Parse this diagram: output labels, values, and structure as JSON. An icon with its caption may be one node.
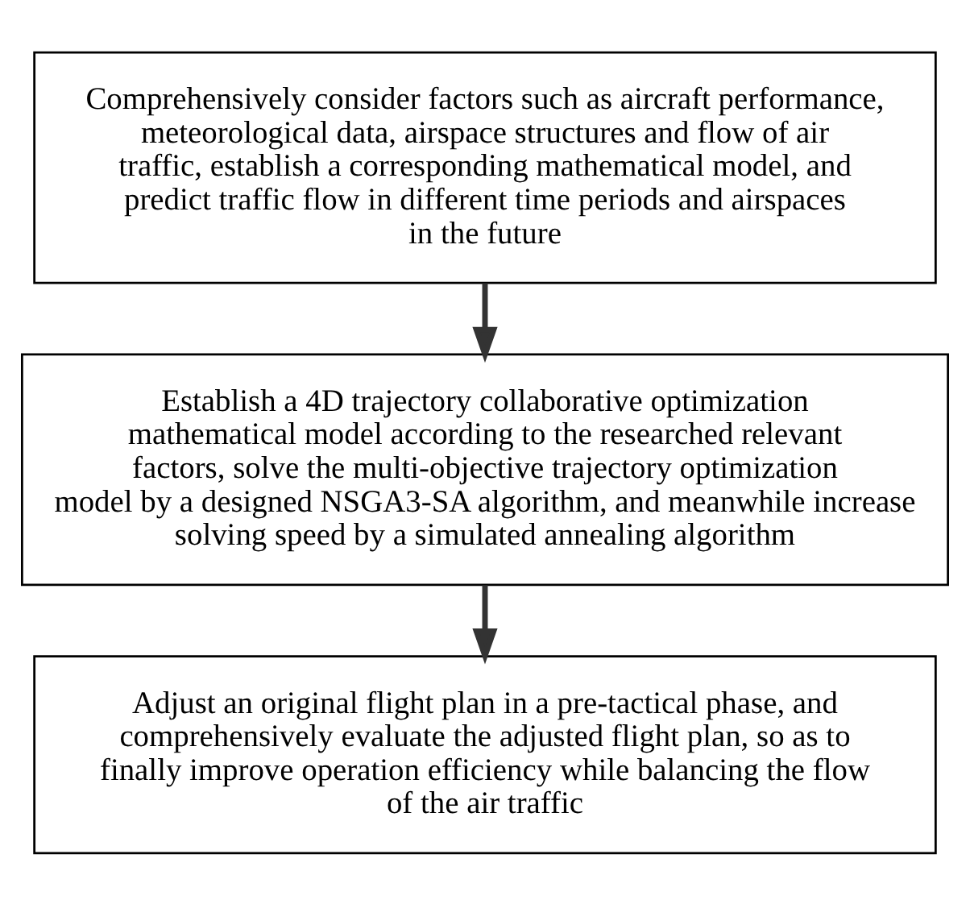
{
  "diagram": {
    "nodes": [
      {
        "text": [
          "Comprehensively consider factors such as aircraft performance, meteorological data, airspace structures and flow of air traffic, establish a corresponding mathematical model, and predict traffic flow in different time periods and airspaces in the future"
        ]
      },
      {
        "text": [
          "Establish a 4D trajectory collaborative optimization mathematical model according to the researched relevant factors, solve the multi-objective trajectory optimization model by a designed NSGA3-SA algorithm, and meanwhile increase solving speed by a simulated annealing algorithm"
        ]
      },
      {
        "text": [
          "Adjust an original flight plan in a pre-tactical phase, and comprehensively evaluate the adjusted flight plan, so as to finally improve operation efficiency while balancing the flow of the air traffic"
        ]
      }
    ],
    "edges": [
      {
        "from": 0,
        "to": 1,
        "arrow": "to"
      },
      {
        "from": 1,
        "to": 2,
        "arrow": "to"
      }
    ]
  }
}
